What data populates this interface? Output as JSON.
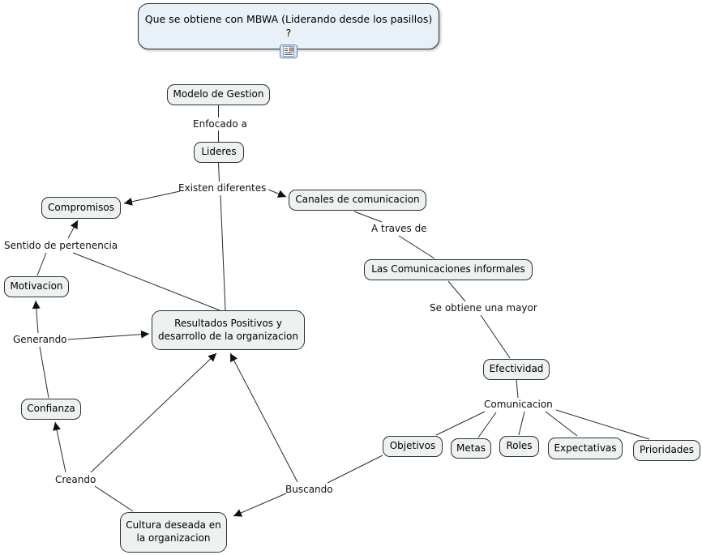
{
  "map": {
    "question": {
      "label": "Que se obtiene con MBWA (Liderando desde los pasillos) ?"
    },
    "resource_icon": "document-resource-icon",
    "concepts": {
      "modelo": "Modelo de Gestion",
      "lideres": "Lideres",
      "compromisos": "Compromisos",
      "canales": "Canales de comunicacion",
      "motivacion": "Motivacion",
      "comunicaciones": "Las Comunicaciones informales",
      "resultados": "Resultados Positivos y desarrollo de la organizacion",
      "efectividad": "Efectividad",
      "confianza": "Confianza",
      "objetivos": "Objetivos",
      "metas": "Metas",
      "roles": "Roles",
      "expectativas": "Expectativas",
      "prioridades": "Prioridades",
      "cultura": "Cultura deseada en la organizacion"
    },
    "linking_phrases": {
      "enfocado": "Enfocado a",
      "existen": "Existen diferentes",
      "sentido": "Sentido de pertenencia",
      "atraves": "A traves de",
      "generando": "Generando",
      "seobtiene": "Se obtiene una mayor",
      "comunicacion": "Comunicacion",
      "creando": "Creando",
      "buscando": "Buscando"
    },
    "colors": {
      "node_fill": "#edf2f1",
      "question_fill": "#e8f1f8",
      "node_border": "#2f2f2f",
      "line": "#2a2a2a",
      "icon_border": "#4f7fb5"
    }
  }
}
